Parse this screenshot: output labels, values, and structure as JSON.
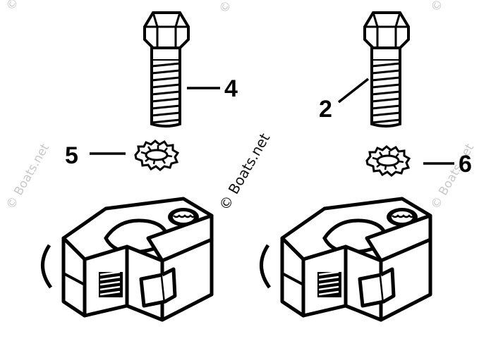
{
  "diagram": {
    "callouts": [
      {
        "id": "c4",
        "label": "4"
      },
      {
        "id": "c2",
        "label": "2"
      },
      {
        "id": "c5",
        "label": "5"
      },
      {
        "id": "c6",
        "label": "6"
      }
    ],
    "watermark": {
      "center": "© Boats.net",
      "corner": "© Boats.net"
    },
    "parts": [
      {
        "name": "bolt"
      },
      {
        "name": "lock-washer"
      },
      {
        "name": "battery-terminal-clamp"
      }
    ]
  }
}
